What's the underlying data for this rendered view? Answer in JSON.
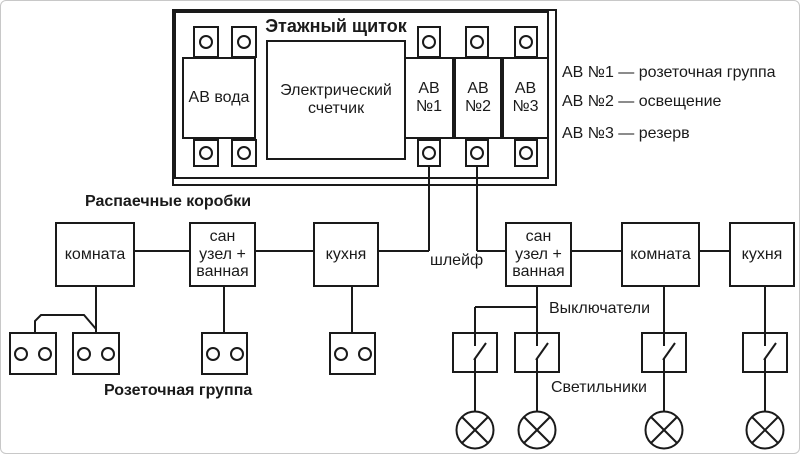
{
  "colors": {
    "line": "#1a1a1a",
    "background": "#ffffff"
  },
  "panel": {
    "title": "Этажный щиток",
    "water_breaker": "АВ вода",
    "meter": "Электрический\nсчетчик",
    "breakers": [
      "АВ\n№1",
      "АВ\n№2",
      "АВ\n№3"
    ]
  },
  "legend": {
    "items": [
      "АВ №1 — розеточная группа",
      "АВ №2 — освещение",
      "АВ №3 — резерв"
    ]
  },
  "junction_boxes": {
    "label": "Распаечные коробки",
    "left_chain": [
      "комната",
      "сан\nузел +\nванная",
      "кухня"
    ],
    "right_chain": [
      "сан\nузел +\nванная",
      "комната",
      "кухня"
    ]
  },
  "labels": {
    "loop": "шлейф",
    "switches": "Выключатели",
    "lights": "Светильники",
    "socket_group": "Розеточная группа"
  }
}
